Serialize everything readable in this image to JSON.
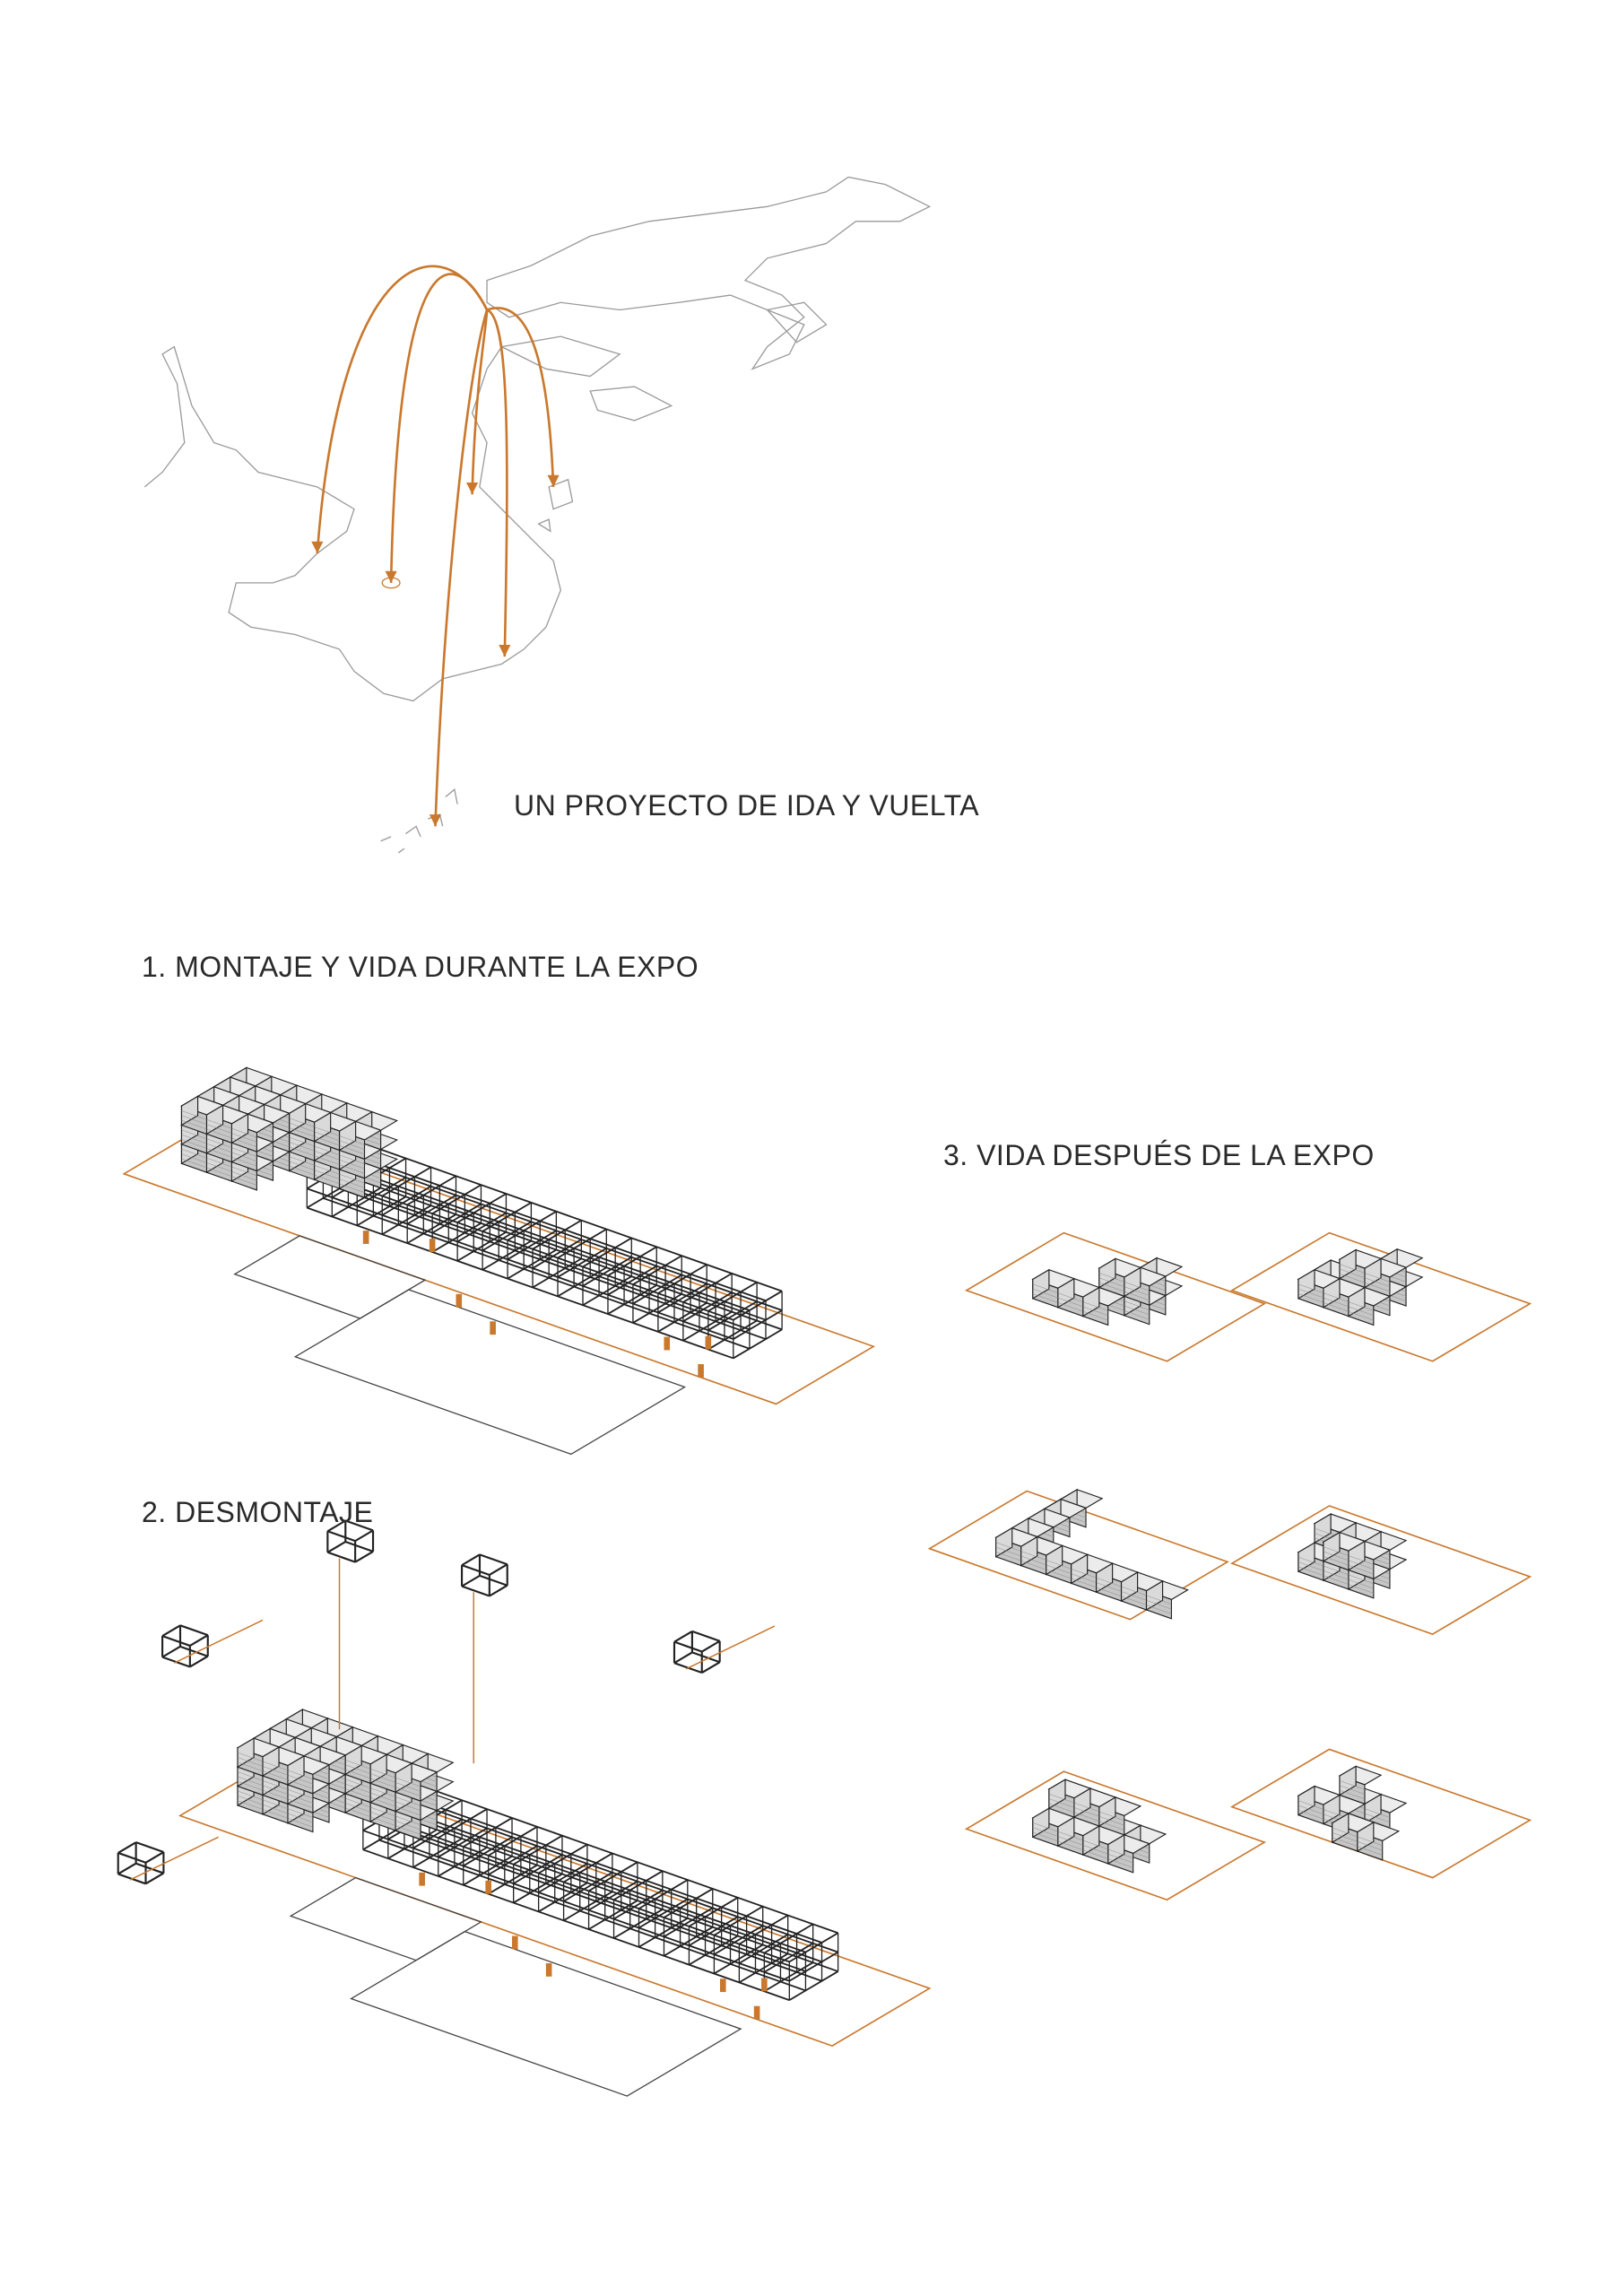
{
  "colors": {
    "accent": "#c9782d",
    "line": "#222222",
    "map_line": "#9a9a9a",
    "face_top": "#ececec",
    "face_front": "#c6c6c6",
    "face_side": "#dadada"
  },
  "map": {
    "caption": "UN PROYECTO DE IDA Y VUELTA"
  },
  "sections": [
    {
      "title": "1. MONTAJE Y VIDA DURANTE LA EXPO"
    },
    {
      "title": "2. DESMONTAJE"
    },
    {
      "title": "3. VIDA DESPUÉS DE LA EXPO"
    }
  ]
}
